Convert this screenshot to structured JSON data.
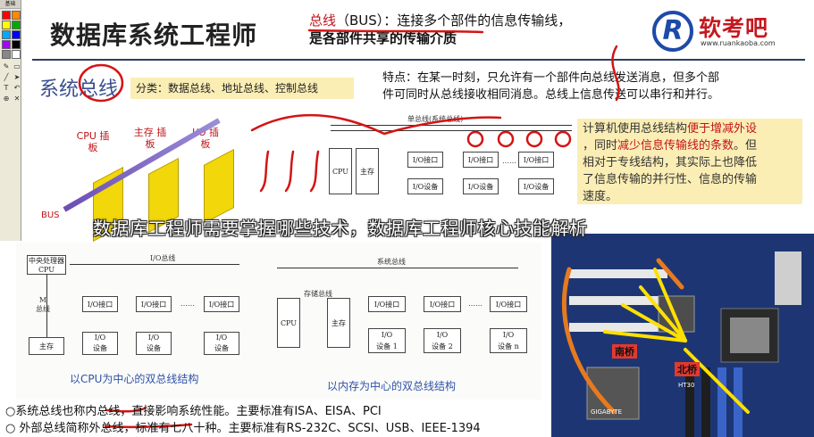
{
  "toolbar": {
    "tab_label": "基础",
    "colors": [
      "#ff0000",
      "#ff8800",
      "#ffff00",
      "#00aa00",
      "#00aaff",
      "#0000ff",
      "#aa00ff",
      "#000000",
      "#888888",
      "#ffffff"
    ],
    "tools": [
      "pen-icon",
      "eraser-icon",
      "line-icon",
      "cursor-icon",
      "text-icon",
      "undo-icon",
      "zoom-icon",
      "close-icon"
    ]
  },
  "header": {
    "title": "数据库系统工程师",
    "definition_term": "总线",
    "definition_rest": "（BUS）：连接多个部件的信息传输线，",
    "definition_line2": "是各部件共享的传输介质"
  },
  "logo": {
    "badge": "R",
    "name": "软考吧",
    "url": "www.ruankaoba.com"
  },
  "section": {
    "title": "系统总线",
    "classify": "分类：数据总线、地址总线、控制总线",
    "feature_line1": "特点：在某一时刻，只允许有一个部件向总线发送消息，但多个部",
    "feature_line2": "件可同时从总线接收相同消息。总线上信息传送可以串行和并行。",
    "note_line1_a": "计算机使用总线结构",
    "note_line1_b": "便于增减外设",
    "note_line2_a": "，同时",
    "note_line2_b": "减少信息传输线的条数",
    "note_line2_c": "。但",
    "note_line3": "相对于专线结构，其实际上也降低",
    "note_line4": "了信息传输的并行性、信息的传输",
    "note_line5": "速度。"
  },
  "plugin_diagram": {
    "labels": [
      "CPU\n插板",
      "主存\n插板",
      "I/O\n插板"
    ],
    "bus": "BUS"
  },
  "bus_diagram": {
    "title": "单总线(系统总线)",
    "boxes": [
      "CPU",
      "主存",
      "I/O接口",
      "I/O接口",
      "I/O接口"
    ],
    "devices": [
      "I/O设备",
      "I/O设备",
      "I/O设备"
    ],
    "dots": "……"
  },
  "caption": "数据库工程师需要掌握哪些技术，数据库工程师核心技能解析",
  "dual_cpu": {
    "bus_label": "I/O总线",
    "cpu": "中央处理器\nCPU",
    "m_bus": "M\n总线",
    "memory": "主存",
    "interfaces": [
      "I/O接口",
      "I/O接口",
      "I/O接口"
    ],
    "devices": [
      "I/O\n设备",
      "I/O\n设备",
      "I/O\n设备"
    ],
    "dots": "……",
    "caption": "以CPU为中心的双总线结构"
  },
  "dual_mem": {
    "bus_label": "系统总线",
    "storage_bus": "存储总线",
    "cpu": "CPU",
    "memory": "主存",
    "interfaces": [
      "I/O接口",
      "I/O接口",
      "I/O接口"
    ],
    "devices": [
      "I/O\n设备 1",
      "I/O\n设备 2",
      "I/O\n设备 n"
    ],
    "dots": "……",
    "caption": "以内存为中心的双总线结构"
  },
  "footer": {
    "line1": "○系统总线也称内总线，直接影响系统性能。主要标准有ISA、EISA、PCI",
    "line2": "○ 外部总线简称外总线，标准有七八十种。主要标准有RS-232C、SCSI、USB、IEEE-1394"
  },
  "mobo": {
    "north_bridge": "北桥",
    "south_bridge": "南桥",
    "brand": "GIGABYTE",
    "chipset": "HT30"
  }
}
